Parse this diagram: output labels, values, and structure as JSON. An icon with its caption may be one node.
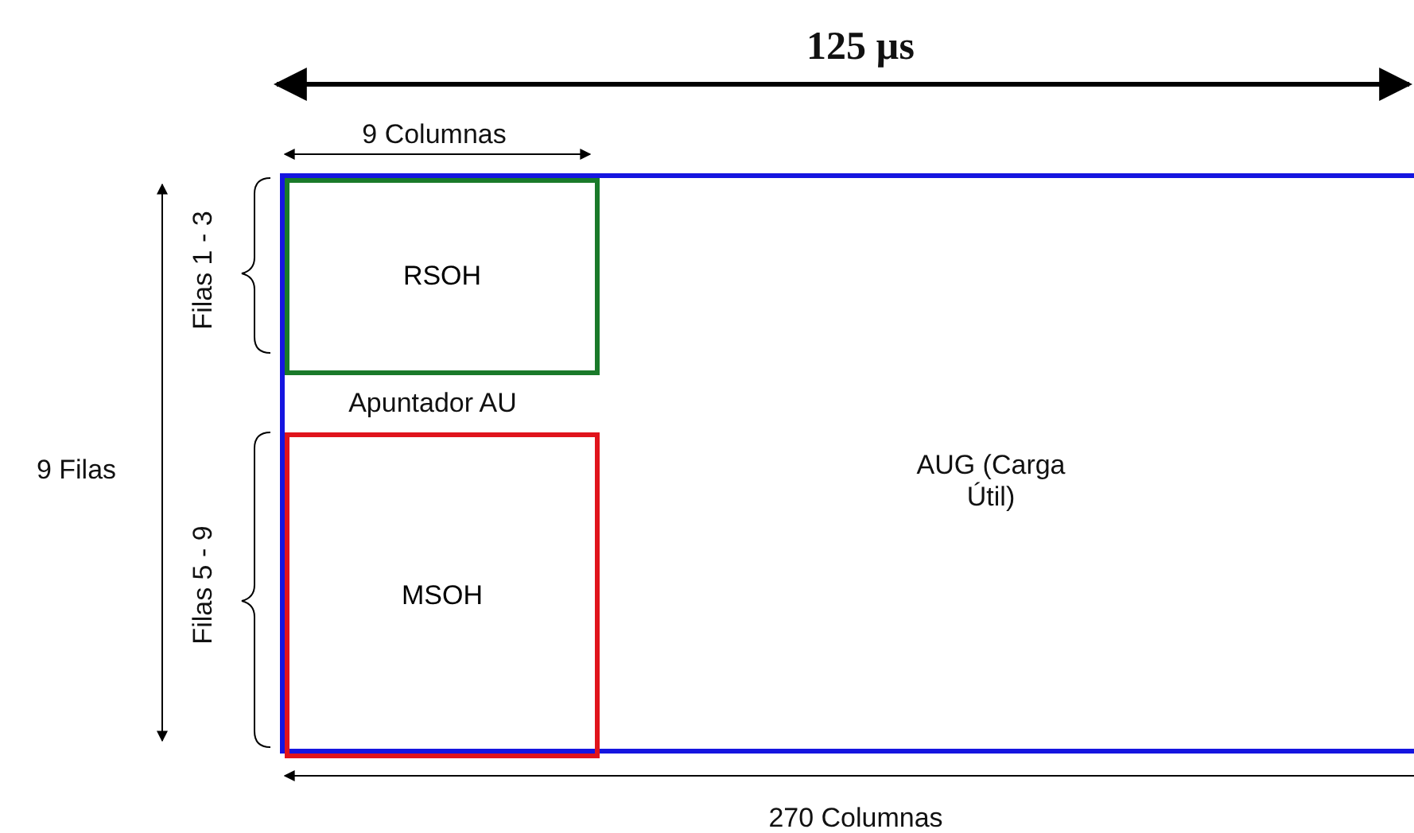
{
  "diagram": {
    "nodes": [
      {
        "text": [
          "AUG (Carga Útil)"
        ]
      },
      {
        "text": [
          "RSOH"
        ],
        "in": 0
      },
      {
        "text": [
          "MSOH"
        ],
        "in": 0
      }
    ],
    "labels": [
      "125 µs",
      "9 Columnas",
      "Filas 1 - 3",
      "9 Filas",
      "Apuntador AU",
      "Filas 5 - 9",
      "270 Columnas"
    ]
  }
}
